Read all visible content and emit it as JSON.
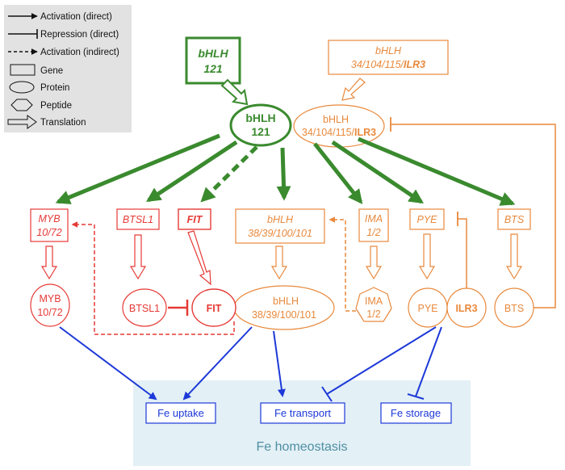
{
  "legend": {
    "items": [
      "Activation (direct)",
      "Repression (direct)",
      "Activation (indirect)",
      "Gene",
      "Protein",
      "Peptide",
      "Translation"
    ]
  },
  "nodes": {
    "gene_bhlh121": [
      "bHLH",
      "121"
    ],
    "gene_bhlh34": [
      "bHLH",
      "34/104/115/",
      "ILR3"
    ],
    "protein_bhlh121": [
      "bHLH",
      "121"
    ],
    "protein_bhlh34": [
      "bHLH",
      "34/104/115/",
      "ILR3"
    ],
    "gene_myb": [
      "MYB",
      "10/72"
    ],
    "gene_btsl1": "BTSL1",
    "gene_fit": "FIT",
    "gene_bhlh38": [
      "bHLH",
      "38/39/100/101"
    ],
    "gene_ima": [
      "IMA",
      "1/2"
    ],
    "gene_pye": "PYE",
    "gene_bts": "BTS",
    "protein_myb": [
      "MYB",
      "10/72"
    ],
    "protein_btsl1": "BTSL1",
    "protein_fit": "FIT",
    "protein_bhlh38": [
      "bHLH",
      "38/39/100/101"
    ],
    "peptide_ima": [
      "IMA",
      "1/2"
    ],
    "protein_pye": "PYE",
    "protein_ilr3": "ILR3",
    "protein_bts": "BTS"
  },
  "outputs": {
    "fe_uptake": "Fe uptake",
    "fe_transport": "Fe transport",
    "fe_storage": "Fe storage",
    "homeostasis": "Fe homeostasis"
  },
  "colors": {
    "green": "#3a8a2e",
    "red": "#e53a36",
    "orange": "#e8893c",
    "blue": "#1d39d8",
    "homeostasis_bg": "#e3f0f6",
    "legend_bg": "#e2e2e2"
  }
}
